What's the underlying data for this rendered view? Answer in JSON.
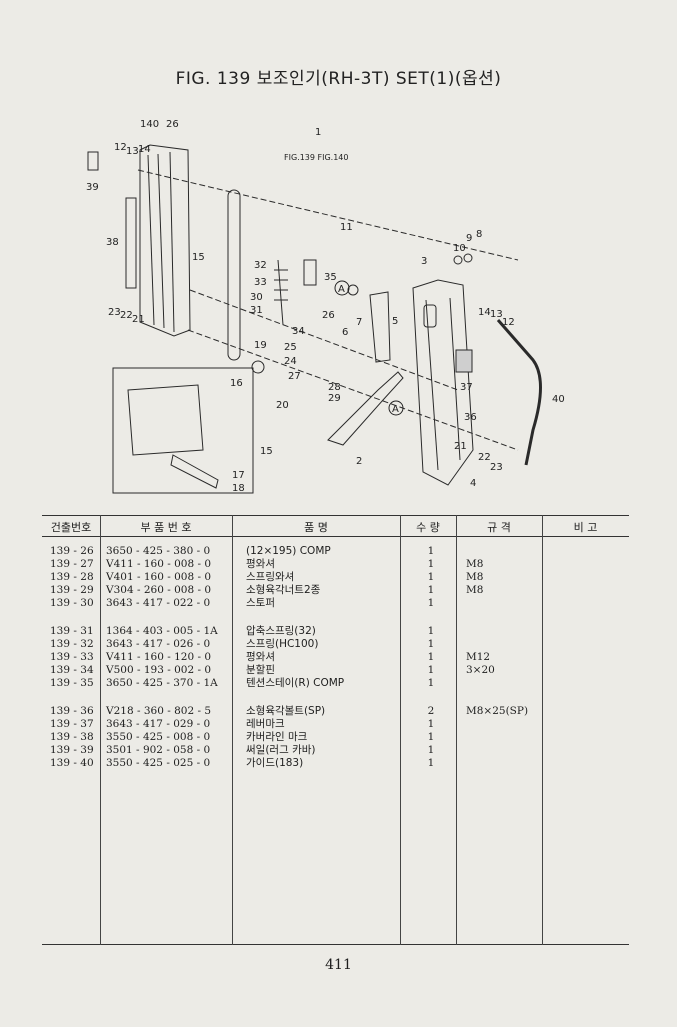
{
  "page": {
    "title": "FIG. 139 보조인기(RH-3T) SET(1)(옵션)",
    "page_number": "411"
  },
  "diagram": {
    "fig_ref_main": "1",
    "fig_ref_text": "FIG.139 FIG.140",
    "callouts": [
      "140",
      "26",
      "12",
      "13",
      "14",
      "39",
      "38",
      "23",
      "22",
      "21",
      "15",
      "32",
      "33",
      "30",
      "31",
      "34",
      "35",
      "11",
      "9",
      "8",
      "10",
      "3",
      "7",
      "6",
      "5",
      "14",
      "13",
      "12",
      "19",
      "25",
      "24",
      "27",
      "28",
      "29",
      "20",
      "16",
      "15",
      "17",
      "18",
      "2",
      "37",
      "36",
      "21",
      "22",
      "23",
      "40",
      "A",
      "A",
      "26",
      "4"
    ]
  },
  "table": {
    "headers": {
      "no": "건출번호",
      "part_no": "부 품 번 호",
      "name": "품 명",
      "qty": "수 량",
      "spec": "규 격",
      "remark": "비 고"
    },
    "rows": [
      {
        "no": "139 - 26",
        "part_no": "3650 - 425 - 380 - 0",
        "name": "(12×195) COMP",
        "qty": "1",
        "spec": ""
      },
      {
        "no": "139 - 27",
        "part_no": "V411 - 160 - 008 - 0",
        "name": "평와셔",
        "qty": "1",
        "spec": "M8"
      },
      {
        "no": "139 - 28",
        "part_no": "V401 - 160 - 008 - 0",
        "name": "스프링와셔",
        "qty": "1",
        "spec": "M8"
      },
      {
        "no": "139 - 29",
        "part_no": "V304 - 260 - 008 - 0",
        "name": "소형육각너트2종",
        "qty": "1",
        "spec": "M8"
      },
      {
        "no": "139 - 30",
        "part_no": "3643 - 417 - 022 - 0",
        "name": "스토퍼",
        "qty": "1",
        "spec": ""
      },
      {
        "no": "139 - 31",
        "part_no": "1364 - 403 - 005 - 1A",
        "name": "압축스프링(32)",
        "qty": "1",
        "spec": ""
      },
      {
        "no": "139 - 32",
        "part_no": "3643 - 417 - 026 - 0",
        "name": "스프링(HC100)",
        "qty": "1",
        "spec": ""
      },
      {
        "no": "139 - 33",
        "part_no": "V411 - 160 - 120 - 0",
        "name": "평와셔",
        "qty": "1",
        "spec": "M12"
      },
      {
        "no": "139 - 34",
        "part_no": "V500 - 193 - 002 - 0",
        "name": "분할핀",
        "qty": "1",
        "spec": "3×20"
      },
      {
        "no": "139 - 35",
        "part_no": "3650 - 425 - 370 - 1A",
        "name": "텐션스테이(R) COMP",
        "qty": "1",
        "spec": ""
      },
      {
        "no": "139 - 36",
        "part_no": "V218 - 360 - 802 - 5",
        "name": "소형육각볼트(SP)",
        "qty": "2",
        "spec": "M8×25(SP)"
      },
      {
        "no": "139 - 37",
        "part_no": "3643 - 417 - 029 - 0",
        "name": "레버마크",
        "qty": "1",
        "spec": ""
      },
      {
        "no": "139 - 38",
        "part_no": "3550 - 425 - 008 - 0",
        "name": "카버라인 마크",
        "qty": "1",
        "spec": ""
      },
      {
        "no": "139 - 39",
        "part_no": "3501 - 902 - 058 - 0",
        "name": "써일(러그 카바)",
        "qty": "1",
        "spec": ""
      },
      {
        "no": "139 - 40",
        "part_no": "3550 - 425 - 025 - 0",
        "name": "가이드(183)",
        "qty": "1",
        "spec": ""
      }
    ]
  }
}
